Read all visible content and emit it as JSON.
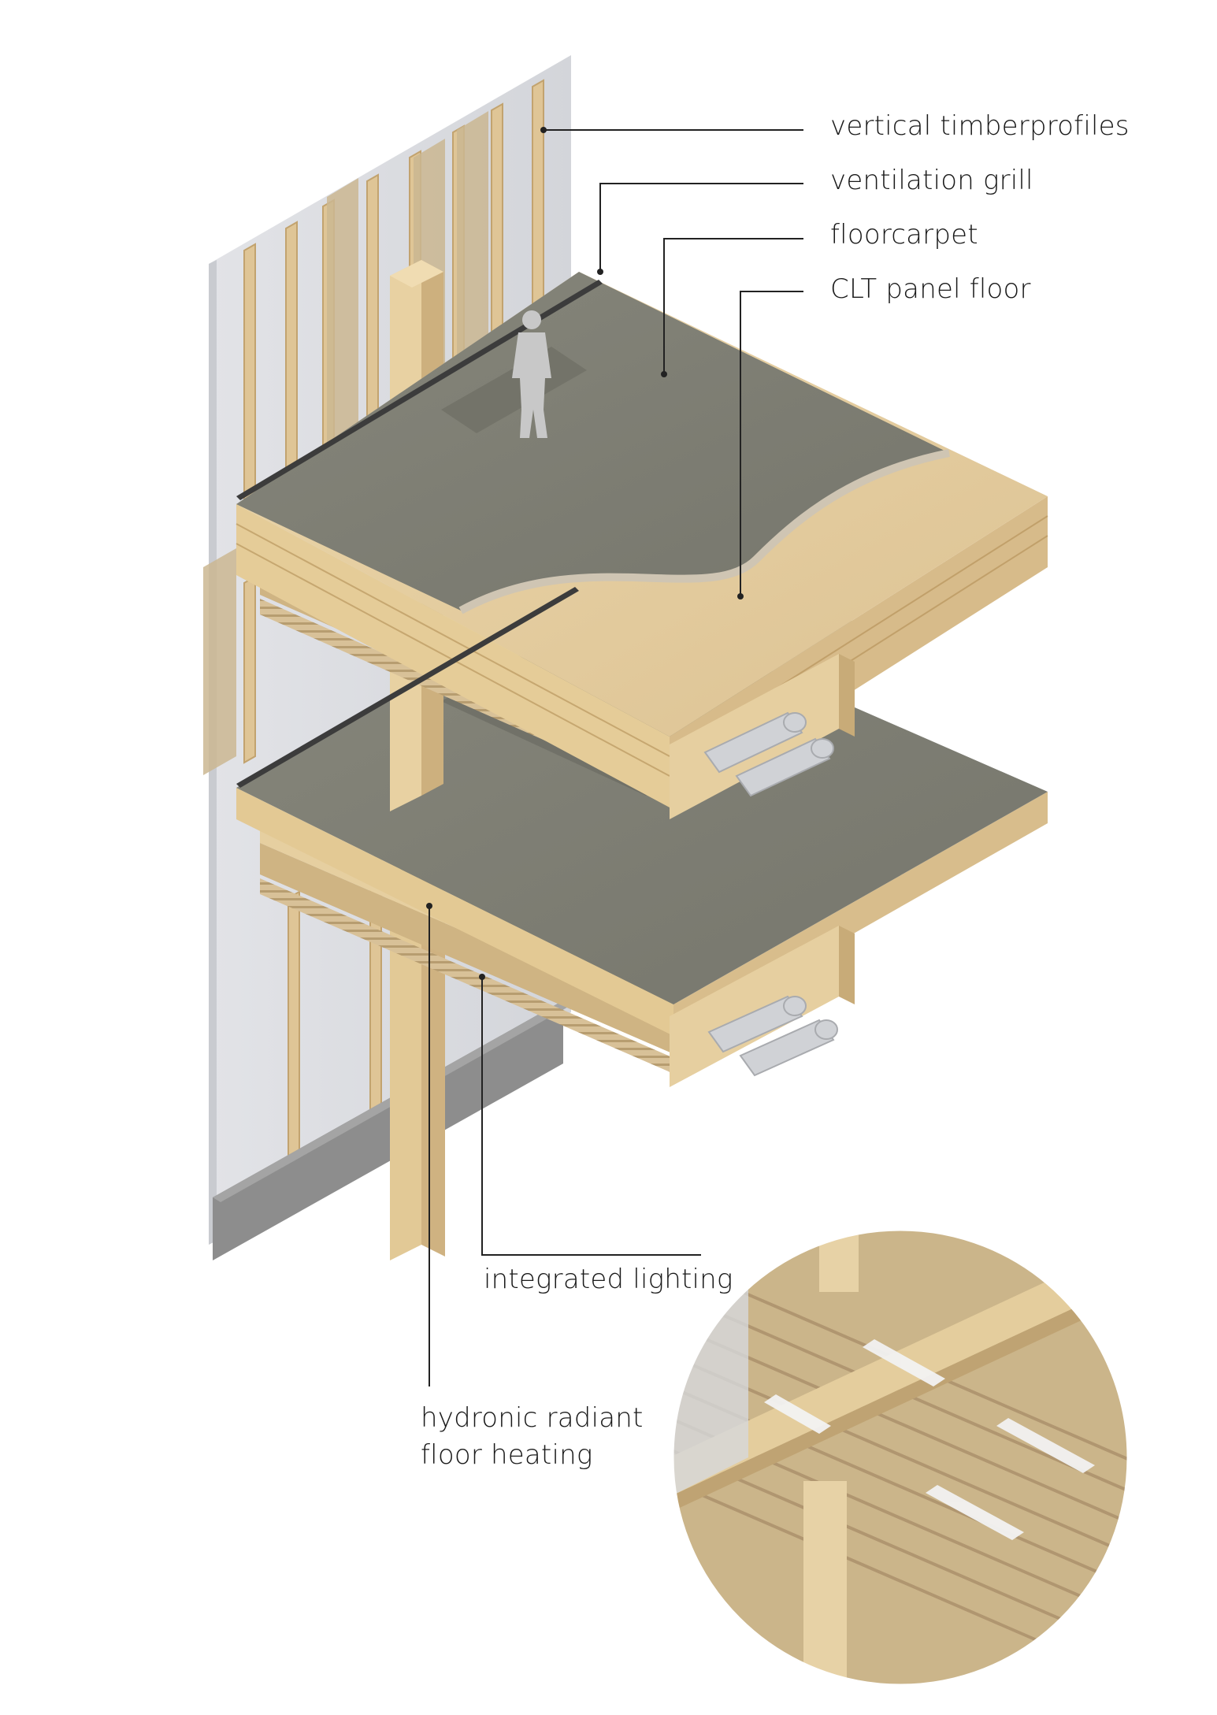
{
  "diagram": {
    "labels": {
      "vertical_timberprofiles": "vertical timberprofiles",
      "ventilation_grill": "ventilation grill",
      "floorcarpet": "floorcarpet",
      "clt_panel_floor": "CLT panel floor",
      "integrated_lighting": "integrated lighting",
      "hydronic_line1": "hydronic radiant",
      "hydronic_line2": "floor heating"
    },
    "colors": {
      "wood": "#e6cfa0",
      "wood_dark": "#c9ad7c",
      "wood_edge": "#b8975f",
      "carpet": "#7f7f74",
      "carpet_dark": "#6f6f65",
      "glass": "#d9dadf",
      "concrete": "#8f8f8f",
      "leader": "#222222"
    }
  }
}
